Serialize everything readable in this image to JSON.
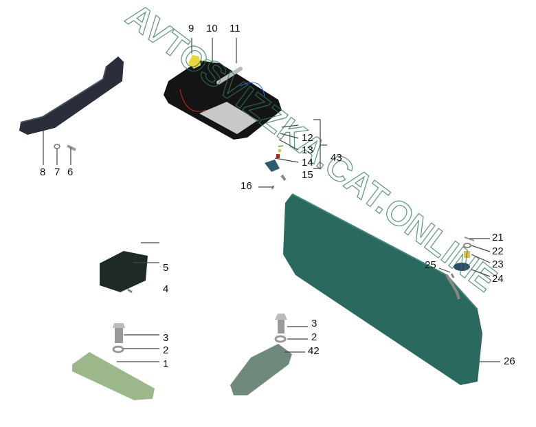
{
  "watermark": "AVTOSVIZZKA.CAT.ONLINE",
  "callouts": {
    "c9": "9",
    "c10": "10",
    "c11": "11",
    "c12": "12",
    "c13": "13",
    "c14": "14",
    "c15": "15",
    "c16": "16",
    "c43": "43",
    "c8": "8",
    "c7": "7",
    "c6": "6",
    "c5": "5",
    "c4": "4",
    "c3a": "3",
    "c2a": "2",
    "c1": "1",
    "c3b": "3",
    "c2b": "2",
    "c42": "42",
    "c21": "21",
    "c22": "22",
    "c23": "23",
    "c24": "24",
    "c25": "25",
    "c26": "26"
  },
  "colors": {
    "visor": "#2a6a5e",
    "bracket": "#9cb88a",
    "handle": "#2a2d3a",
    "lamp": "#141414"
  }
}
